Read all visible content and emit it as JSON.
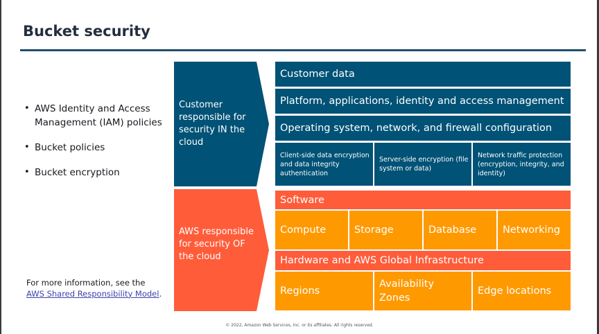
{
  "slide": {
    "title": "Bucket security",
    "bullets": [
      "AWS Identity and Access Management (IAM) policies",
      "Bucket policies",
      "Bucket encryption"
    ],
    "more_info": {
      "prefix": "For more information, see the",
      "link_text": "AWS Shared Responsibility Model",
      "suffix": "."
    },
    "footer": "© 2022, Amazon Web Services, Inc. or its affiliates. All rights reserved."
  },
  "customer": {
    "arrow_label": "Customer responsible for security IN the cloud",
    "rows": {
      "customer_data": "Customer data",
      "platform": "Platform, applications, identity and access management",
      "os": "Operating system, network, and firewall configuration"
    },
    "encryption": {
      "client_side": "Client-side data encryption and data integrity authentication",
      "server_side": "Server-side encryption (file system or data)",
      "network_traffic": "Network traffic protection (encryption, integrity, and identity)"
    }
  },
  "aws": {
    "arrow_label": "AWS responsible for security OF the cloud",
    "software": "Software",
    "services": [
      "Compute",
      "Storage",
      "Database",
      "Networking"
    ],
    "infrastructure": "Hardware and AWS Global Infrastructure",
    "locations": [
      "Regions",
      "Availability Zones",
      "Edge locations"
    ]
  },
  "colors": {
    "title_text": "#232f3e",
    "title_rule": "#1f4e6e",
    "customer_blue": "#005276",
    "aws_red": "#ff5c3a",
    "aws_orange": "#ff9900",
    "link": "#3b44a8"
  }
}
